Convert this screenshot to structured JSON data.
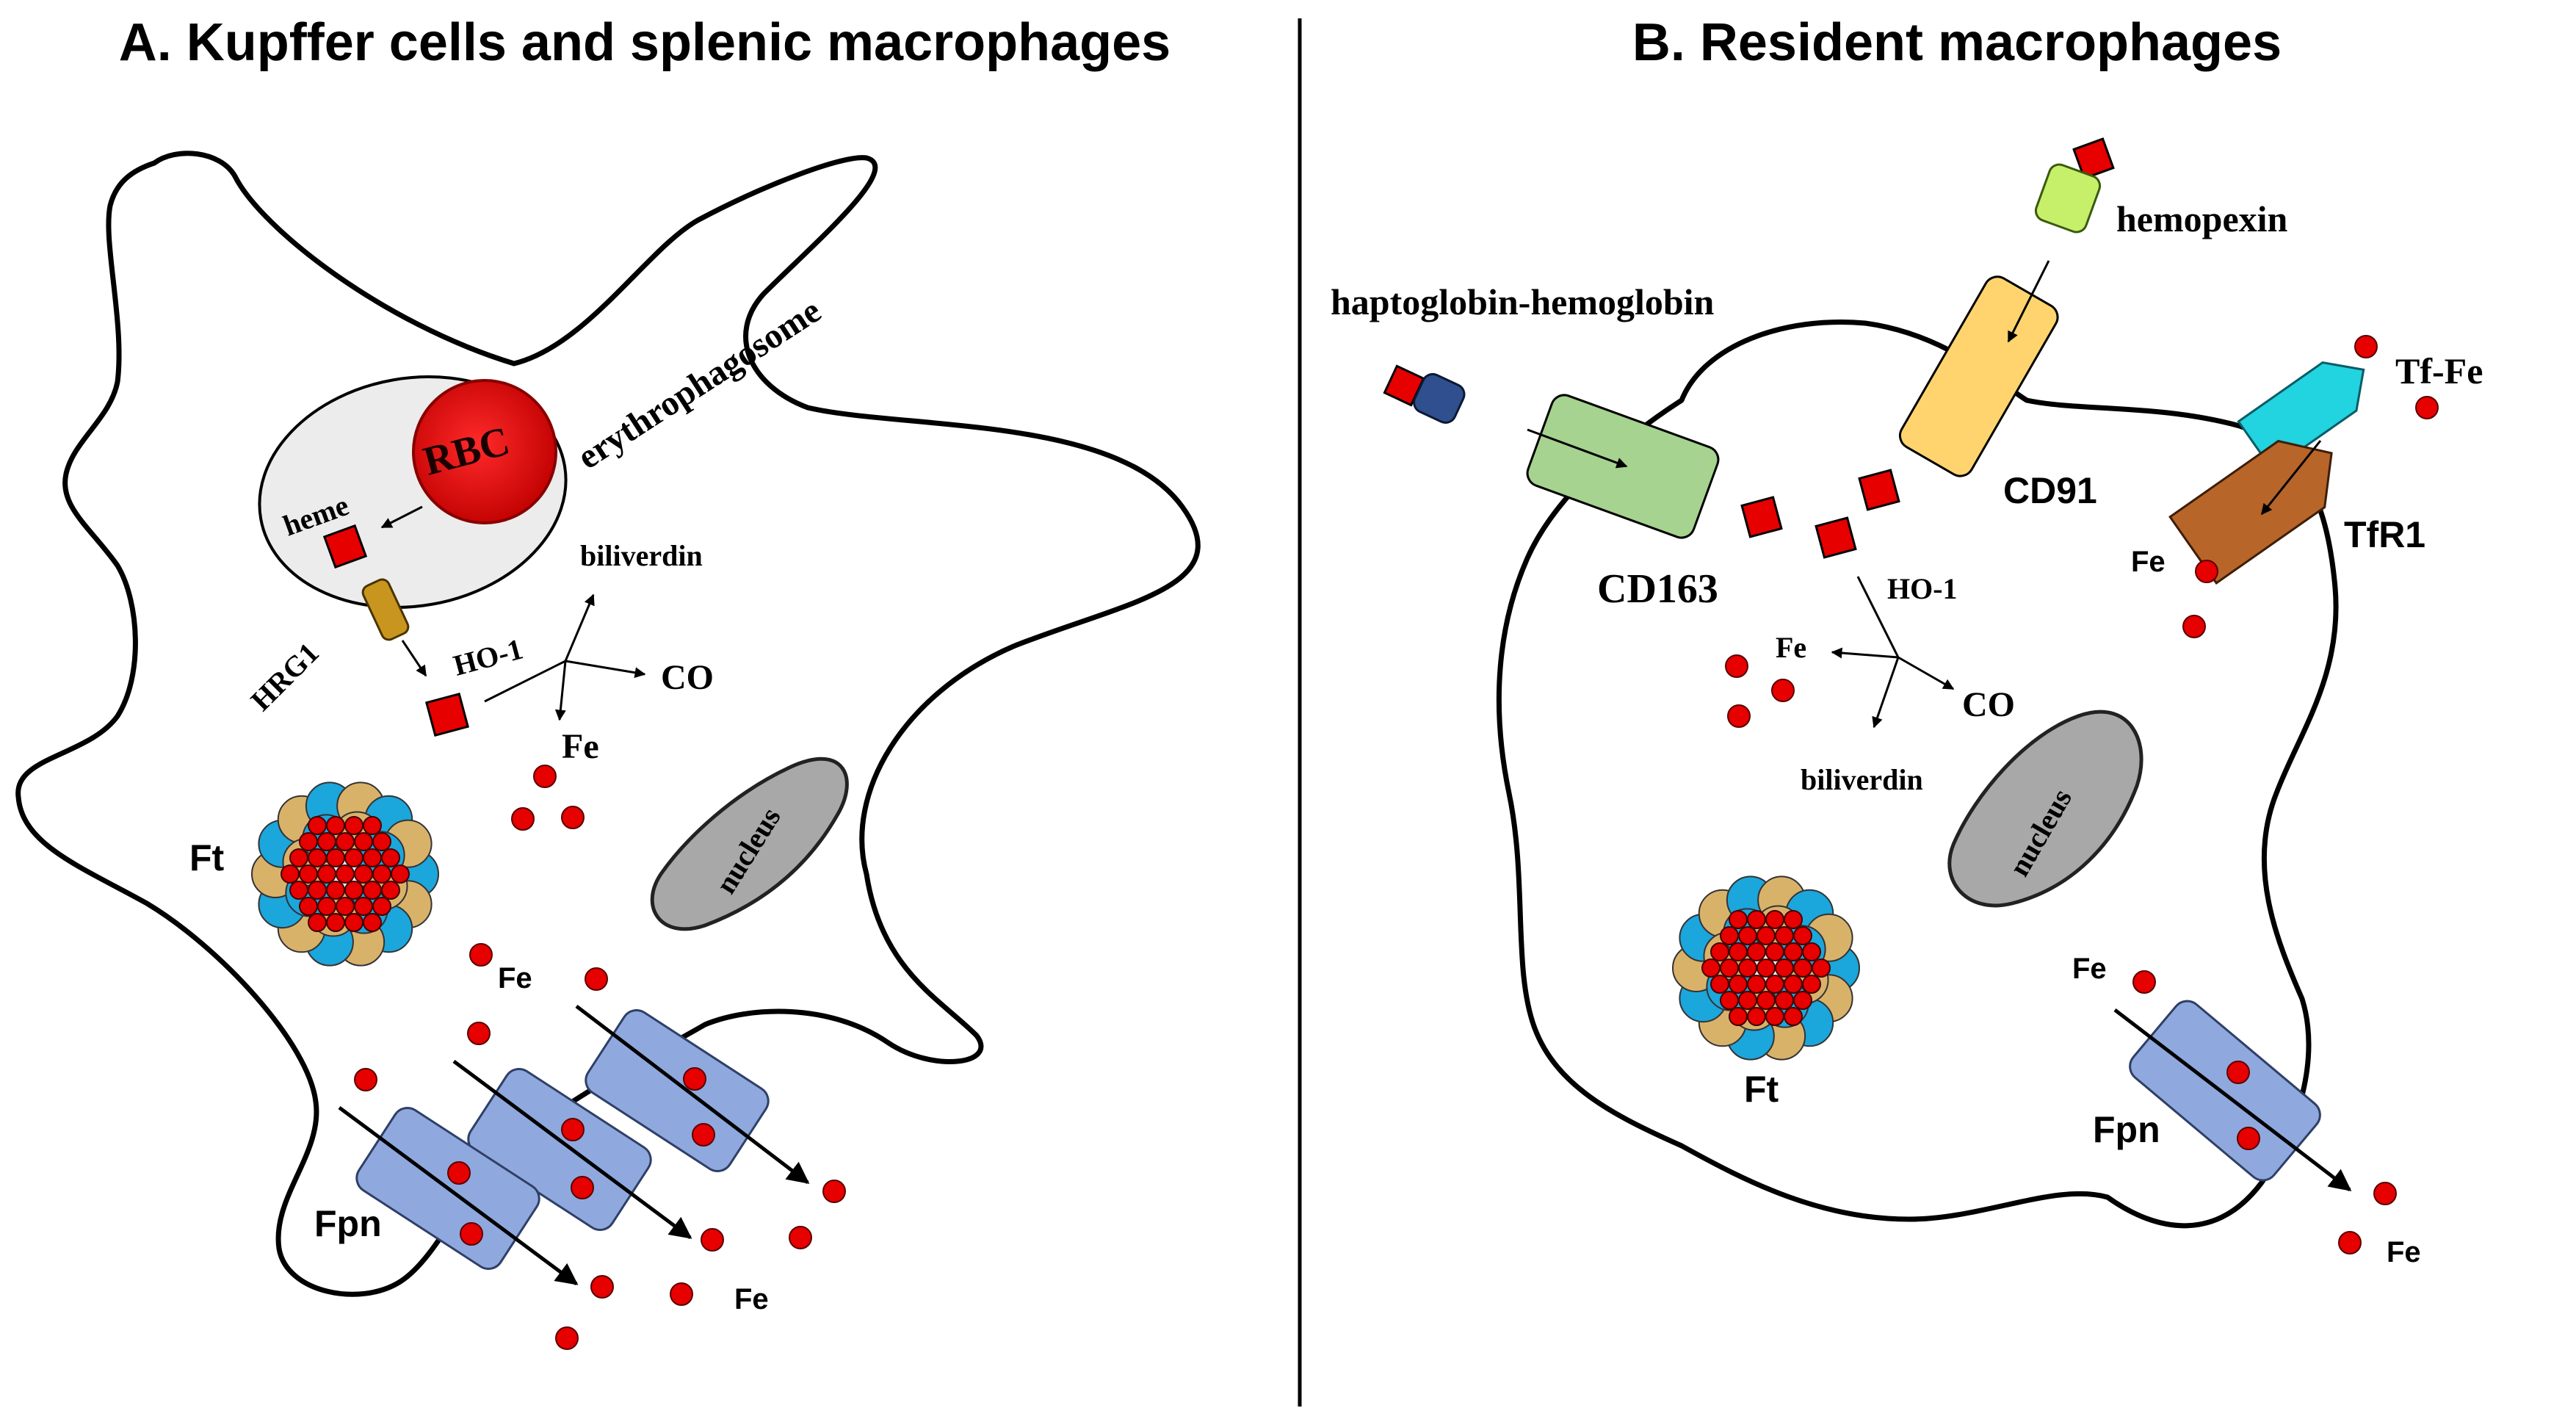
{
  "panels": {
    "a": {
      "title": "A. Kupffer cells and splenic macrophages"
    },
    "b": {
      "title": "B. Resident macrophages"
    }
  },
  "labels_a": {
    "rbc": "RBC",
    "erythrophagosome": "erythrophagosome",
    "heme": "heme",
    "hrg1": "HRG1",
    "ho1": "HO-1",
    "biliverdin": "biliverdin",
    "co": "CO",
    "fe_cyto": "Fe",
    "ft": "Ft",
    "nucleus": "nucleus",
    "fe_export": "Fe",
    "fpn": "Fpn",
    "fe_out": "Fe"
  },
  "labels_b": {
    "hemopexin": "hemopexin",
    "haptoglobin": "haptoglobin-hemoglobin",
    "tffe": "Tf-Fe",
    "cd91": "CD91",
    "cd163": "CD163",
    "tfr1": "TfR1",
    "fe_tfr": "Fe",
    "ho1": "HO-1",
    "fe_cyto": "Fe",
    "co": "CO",
    "biliverdin": "biliverdin",
    "nucleus": "nucleus",
    "ft": "Ft",
    "fe_export": "Fe",
    "fpn": "Fpn",
    "fe_out": "Fe"
  },
  "colors": {
    "iron": "#e60000",
    "rbc": "#e00000",
    "fpn": "#8fa9de",
    "hrg1": "#c8961e",
    "cd163": "#a6d38f",
    "cd91": "#ffd46e",
    "hemopexin": "#c6f06a",
    "haptoglobin": "#2f4f8f",
    "transferrin": "#22d3e0",
    "tfr1": "#b8652a",
    "ferritin_blue": "#1ba6dc",
    "ferritin_tan": "#d9b26a",
    "nucleus": "#a8a8a8",
    "phagosome": "#ececec"
  }
}
